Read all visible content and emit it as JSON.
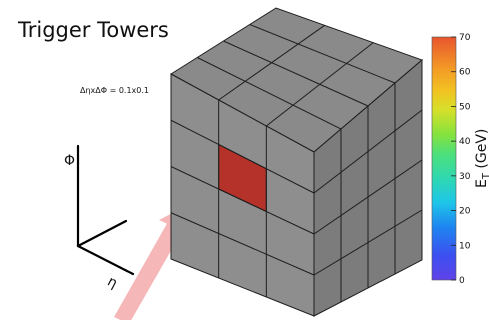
{
  "title": "Trigger Towers",
  "granularity_label": "ΔηxΔΦ = 0.1x0.1",
  "axes": {
    "phi_label": "Φ",
    "eta_label": "η"
  },
  "tower_grid": {
    "front_rows": 4,
    "front_cols": 3,
    "depth_layers": 4,
    "highlighted_tower": {
      "row": 2,
      "col": 1
    }
  },
  "colors": {
    "tower_front": "#8e8e8e",
    "tower_top": "#8a8a8a",
    "tower_side": "#7c7c7c",
    "grid_line": "#1e1e1e",
    "highlight": "#b5322a",
    "particle_arrow": "#f6b7b9"
  },
  "colorbar": {
    "label": "E",
    "label_subscript": "T",
    "label_unit": " (GeV)",
    "min": 0,
    "max": 70,
    "ticks": [
      "70",
      "60",
      "50",
      "40",
      "30",
      "20",
      "10",
      "0"
    ]
  }
}
